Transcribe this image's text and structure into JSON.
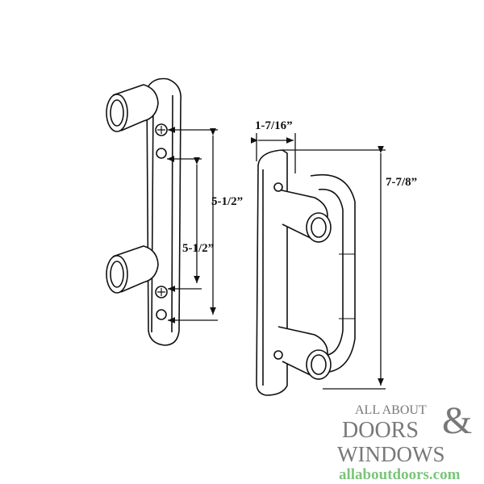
{
  "dimensions": {
    "left_outer": "5-1/2”",
    "left_inner": "5-1/2”",
    "right_width": "1-7/16”",
    "right_height": "7-7/8”"
  },
  "logo": {
    "line1": "ALL ABOUT",
    "line2": "DOORS",
    "ampersand": "&",
    "line3": "WINDOWS",
    "url": "allaboutdoors.com",
    "gray": "#77787a",
    "green": "#7cc47c"
  }
}
